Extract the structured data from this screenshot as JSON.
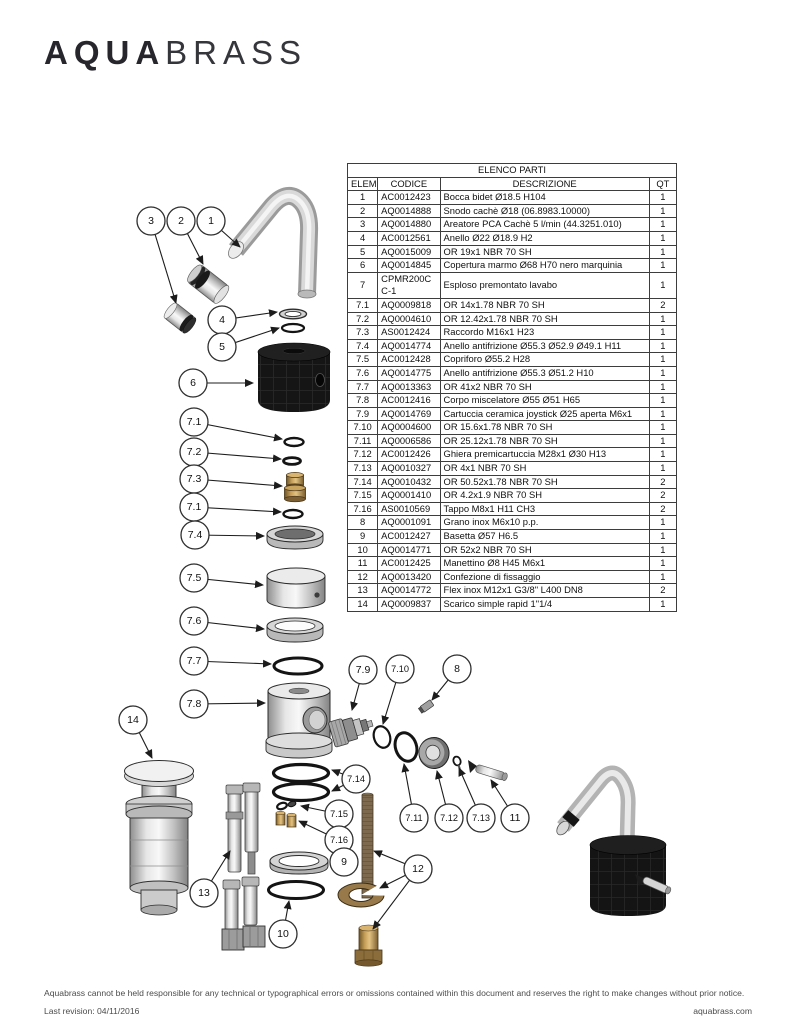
{
  "brand": {
    "bold": "AQUA",
    "light": "BRASS"
  },
  "table": {
    "title": "ELENCO PARTI",
    "columns": [
      "ELEM",
      "CODICE",
      "DESCRIZIONE",
      "QT"
    ],
    "rows": [
      {
        "elem": "1",
        "codice": "AC0012423",
        "descrizione": "Bocca bidet Ø18.5 H104",
        "qt": "1"
      },
      {
        "elem": "2",
        "codice": "AQ0014888",
        "descrizione": "Snodo cachè Ø18 (06.8983.10000)",
        "qt": "1"
      },
      {
        "elem": "3",
        "codice": "AQ0014880",
        "descrizione": "Areatore PCA Cachè  5 l/min (44.3251.010)",
        "qt": "1"
      },
      {
        "elem": "4",
        "codice": "AC0012561",
        "descrizione": "Anello Ø22 Ø18.9 H2",
        "qt": "1"
      },
      {
        "elem": "5",
        "codice": "AQ0015009",
        "descrizione": "OR 19x1 NBR 70 SH",
        "qt": "1"
      },
      {
        "elem": "6",
        "codice": "AQ0014845",
        "descrizione": "Copertura marmo Ø68 H70 nero marquinia",
        "qt": "1"
      },
      {
        "elem": "7",
        "codice": "CPMR200CC-1",
        "descrizione": "Esploso premontato lavabo",
        "qt": "1"
      },
      {
        "elem": "7.1",
        "codice": "AQ0009818",
        "descrizione": "OR 14x1.78 NBR 70 SH",
        "qt": "2"
      },
      {
        "elem": "7.2",
        "codice": "AQ0004610",
        "descrizione": "OR 12.42x1.78 NBR 70 SH",
        "qt": "1"
      },
      {
        "elem": "7.3",
        "codice": "AS0012424",
        "descrizione": "Raccordo M16x1 H23",
        "qt": "1"
      },
      {
        "elem": "7.4",
        "codice": "AQ0014774",
        "descrizione": "Anello antifrizione Ø55.3 Ø52.9 Ø49.1 H11",
        "qt": "1"
      },
      {
        "elem": "7.5",
        "codice": "AC0012428",
        "descrizione": "Copriforo Ø55.2 H28",
        "qt": "1"
      },
      {
        "elem": "7.6",
        "codice": "AQ0014775",
        "descrizione": "Anello antifrizione Ø55.3 Ø51.2 H10",
        "qt": "1"
      },
      {
        "elem": "7.7",
        "codice": "AQ0013363",
        "descrizione": "OR 41x2 NBR 70 SH",
        "qt": "1"
      },
      {
        "elem": "7.8",
        "codice": "AC0012416",
        "descrizione": "Corpo miscelatore Ø55 Ø51 H65",
        "qt": "1"
      },
      {
        "elem": "7.9",
        "codice": "AQ0014769",
        "descrizione": "Cartuccia ceramica joystick Ø25 aperta M6x1",
        "qt": "1"
      },
      {
        "elem": "7.10",
        "codice": "AQ0004600",
        "descrizione": "OR 15.6x1.78 NBR 70 SH",
        "qt": "1"
      },
      {
        "elem": "7.11",
        "codice": "AQ0006586",
        "descrizione": "OR 25.12x1.78 NBR 70 SH",
        "qt": "1"
      },
      {
        "elem": "7.12",
        "codice": "AC0012426",
        "descrizione": "Ghiera premicartuccia M28x1 Ø30 H13",
        "qt": "1"
      },
      {
        "elem": "7.13",
        "codice": "AQ0010327",
        "descrizione": "OR 4x1 NBR 70 SH",
        "qt": "1"
      },
      {
        "elem": "7.14",
        "codice": "AQ0010432",
        "descrizione": "OR 50.52x1.78 NBR 70 SH",
        "qt": "2"
      },
      {
        "elem": "7.15",
        "codice": "AQ0001410",
        "descrizione": "OR 4.2x1.9 NBR 70 SH",
        "qt": "2"
      },
      {
        "elem": "7.16",
        "codice": "AS0010569",
        "descrizione": "Tappo M8x1 H11 CH3",
        "qt": "2"
      },
      {
        "elem": "8",
        "codice": "AQ0001091",
        "descrizione": "Grano inox M6x10 p.p.",
        "qt": "1"
      },
      {
        "elem": "9",
        "codice": "AC0012427",
        "descrizione": "Basetta Ø57 H6.5",
        "qt": "1"
      },
      {
        "elem": "10",
        "codice": "AQ0014771",
        "descrizione": "OR 52x2 NBR 70 SH",
        "qt": "1"
      },
      {
        "elem": "11",
        "codice": "AC0012425",
        "descrizione": "Manettino Ø8 H45 M6x1",
        "qt": "1"
      },
      {
        "elem": "12",
        "codice": "AQ0013420",
        "descrizione": "Confezione di fissaggio",
        "qt": "1"
      },
      {
        "elem": "13",
        "codice": "AQ0014772",
        "descrizione": "Flex inox M12x1 G3/8\" L400 DN8",
        "qt": "2"
      },
      {
        "elem": "14",
        "codice": "AQ0009837",
        "descrizione": "Scarico simple rapid 1\"1/4",
        "qt": "1"
      }
    ]
  },
  "diagram": {
    "callouts": [
      {
        "label": "3"
      },
      {
        "label": "2"
      },
      {
        "label": "1"
      },
      {
        "label": "4"
      },
      {
        "label": "5"
      },
      {
        "label": "6"
      },
      {
        "label": "7.1"
      },
      {
        "label": "7.2"
      },
      {
        "label": "7.3"
      },
      {
        "label": "7.1"
      },
      {
        "label": "7.4"
      },
      {
        "label": "7.5"
      },
      {
        "label": "7.6"
      },
      {
        "label": "7.7"
      },
      {
        "label": "7.8"
      },
      {
        "label": "7.9"
      },
      {
        "label": "7.10"
      },
      {
        "label": "8"
      },
      {
        "label": "14"
      },
      {
        "label": "7.14"
      },
      {
        "label": "7.15"
      },
      {
        "label": "7.16"
      },
      {
        "label": "9"
      },
      {
        "label": "13"
      },
      {
        "label": "7.11"
      },
      {
        "label": "7.12"
      },
      {
        "label": "7.13"
      },
      {
        "label": "11"
      },
      {
        "label": "12"
      },
      {
        "label": "10"
      }
    ]
  },
  "footer": {
    "disclaimer": "Aquabrass cannot be held responsible for any technical or typographical errors or omissions contained within this document and reserves the right to make changes without prior notice.",
    "last_revision": "Last revision: 04/11/2016",
    "website": "aquabrass.com"
  }
}
